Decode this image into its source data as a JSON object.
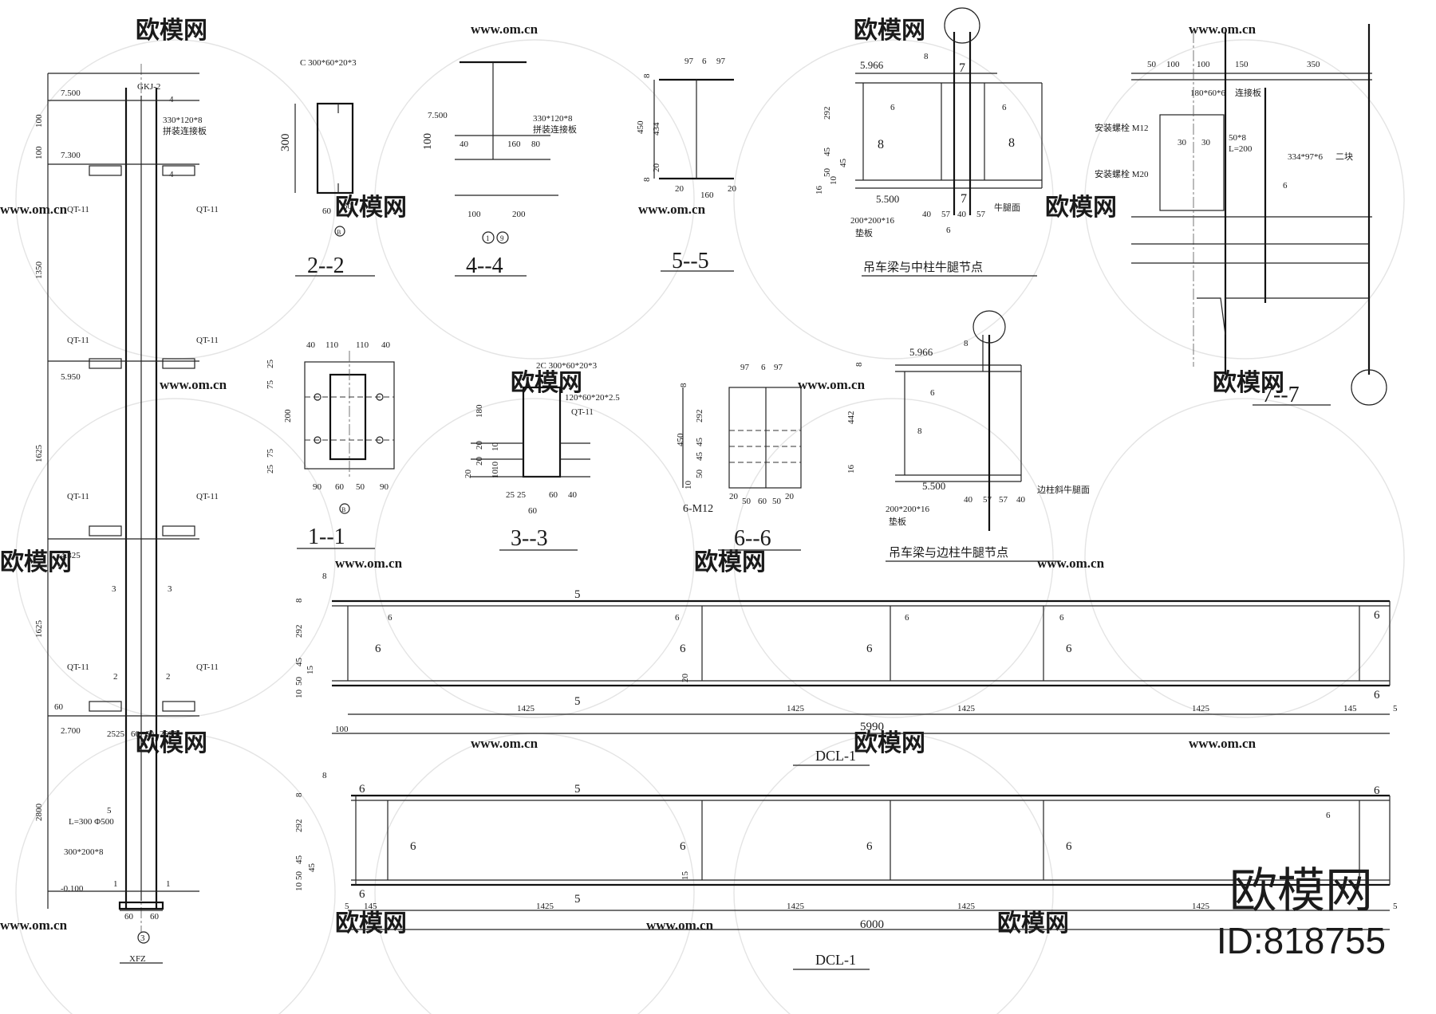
{
  "brand": {
    "name": "欧模网",
    "id": "ID:818755"
  },
  "watermark": {
    "logo_text": "欧模网",
    "url": "www.om.cn"
  },
  "column": {
    "label_top": "GKJ-2",
    "label_bottom": "XFZ",
    "axis": "3",
    "elevations": [
      "7.500",
      "7.300",
      "5.950",
      "4.325",
      "2.700",
      "-0.100"
    ],
    "heights": [
      "100",
      "100",
      "1350",
      "1625",
      "1625",
      "2800"
    ],
    "brackets": [
      "QT-11",
      "QT-11",
      "QT-11",
      "QT-11",
      "QT-11",
      "QT-11",
      "QT-11",
      "QT-11"
    ],
    "plates": [
      "330*120*8",
      "拼装连接板",
      "L=300 Φ500",
      "300*200*8"
    ],
    "marks": [
      "4",
      "4",
      "3",
      "3",
      "2",
      "2",
      "1",
      "1",
      "5"
    ],
    "base_dims": [
      "60",
      "60",
      "2525",
      "60",
      "60",
      "2525"
    ],
    "stiff_dims": [
      "60"
    ]
  },
  "sections": {
    "s22": {
      "title": "2--2",
      "spec": "C 300*60*20*3",
      "height": "300",
      "dims": [
        "60",
        "60"
      ],
      "axis": "B"
    },
    "s44": {
      "title": "4--4",
      "elev": "7.500",
      "plate": "330*120*8",
      "plate_note": "拼装连接板",
      "dims": [
        "100",
        "40",
        "160",
        "80",
        "100",
        "200"
      ],
      "axes": [
        "1",
        "9"
      ]
    },
    "s55": {
      "title": "5--5",
      "top": [
        "97",
        "6",
        "97"
      ],
      "side": [
        "8",
        "434",
        "450",
        "20",
        "8"
      ],
      "bottom": [
        "20",
        "160",
        "20"
      ]
    },
    "s11": {
      "title": "1--1",
      "top": [
        "40",
        "110",
        "110",
        "40"
      ],
      "side": [
        "25",
        "75",
        "200",
        "75",
        "25"
      ],
      "bottom": [
        "90",
        "60",
        "50",
        "90"
      ],
      "axis": "B"
    },
    "s33": {
      "title": "3--3",
      "spec": "2C 300*60*20*3",
      "plate": "120*60*20*2.5",
      "bracket": "QT-11",
      "side": [
        "180",
        "20",
        "20",
        "10",
        "10",
        "20",
        "10"
      ],
      "bottom": [
        "25",
        "25",
        "60",
        "40",
        "60"
      ]
    },
    "s66": {
      "title": "6--6",
      "top": [
        "97",
        "6",
        "97"
      ],
      "side": [
        "8",
        "292",
        "450",
        "45",
        "45",
        "50",
        "10"
      ],
      "bottom": [
        "20",
        "50",
        "60",
        "50",
        "20"
      ],
      "bolt": "6-M12"
    },
    "s77": {
      "title": "7--7",
      "top": [
        "50",
        "100",
        "100",
        "150",
        "350"
      ],
      "plate": "180*60*6",
      "plate_note": "连接板",
      "bolt1": "安装螺栓 M12",
      "bolt2": "安装螺栓 M20",
      "weld": "50*8",
      "len": "L=200",
      "stiff": "334*97*6",
      "stiff_note": "二块",
      "dims": [
        "30",
        "30",
        "6"
      ]
    }
  },
  "joints": {
    "mid": {
      "title": "吊车梁与中柱牛腿节点",
      "elev_top": "5.966",
      "elev_bot": "5.500",
      "plate": "200*200*16",
      "plate_note": "垫板",
      "face": "牛腿面",
      "dims": [
        "292",
        "45",
        "50",
        "16",
        "10",
        "45"
      ],
      "bdims": [
        "40",
        "57",
        "40",
        "57"
      ],
      "marks": [
        "8",
        "7",
        "7",
        "6",
        "6",
        "8",
        "8",
        "6"
      ]
    },
    "edge": {
      "title": "吊车梁与边柱牛腿节点",
      "elev_top": "5.966",
      "elev_bot": "5.500",
      "plate": "200*200*16",
      "plate_note": "垫板",
      "face": "边柱斜牛腿面",
      "dims": [
        "8",
        "442",
        "16"
      ],
      "bdims": [
        "40",
        "57",
        "57",
        "40"
      ],
      "marks": [
        "8",
        "6",
        "8"
      ]
    }
  },
  "beams": [
    {
      "label": "DCL-1",
      "total": "5990",
      "spans": [
        "1425",
        "1425",
        "1425",
        "1425"
      ],
      "ends": [
        "100",
        "145",
        "5"
      ],
      "side": [
        "8",
        "292",
        "45",
        "15",
        "50",
        "10",
        "20"
      ],
      "marks": [
        "8",
        "5",
        "5",
        "6",
        "6",
        "6",
        "6",
        "6",
        "6",
        "6",
        "6",
        "6",
        "6"
      ]
    },
    {
      "label": "DCL-1",
      "total": "6000",
      "spans": [
        "1425",
        "1425",
        "1425",
        "1425"
      ],
      "ends": [
        "5",
        "145",
        "5"
      ],
      "side": [
        "8",
        "292",
        "45",
        "45",
        "50",
        "10",
        "15"
      ],
      "marks": [
        "8",
        "6",
        "5",
        "6",
        "5",
        "6",
        "6",
        "6",
        "6",
        "6",
        "6"
      ]
    }
  ]
}
